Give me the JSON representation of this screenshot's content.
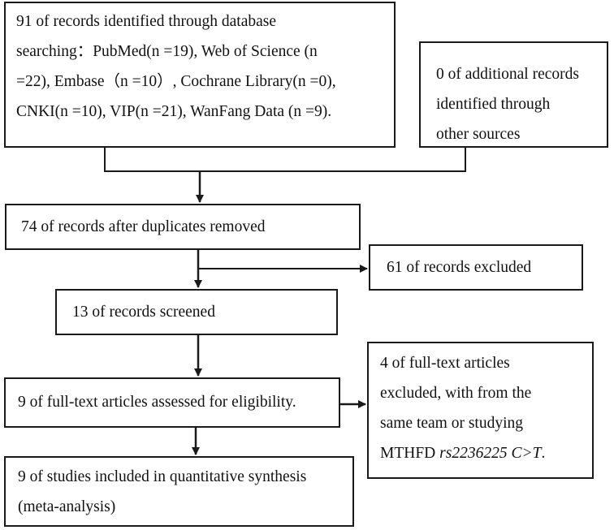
{
  "flowchart": {
    "identified_db": {
      "lines": [
        "91 of records identified through database",
        "searching：PubMed(n =19), Web of Science (n",
        "=22), Embase（n =10）, Cochrane Library(n =0),",
        "CNKI(n =10), VIP(n =21), WanFang Data (n =9)."
      ]
    },
    "identified_other": {
      "lines": [
        "0 of additional records",
        "identified through",
        "other sources"
      ]
    },
    "after_duplicates": {
      "text": "74 of records after duplicates removed"
    },
    "records_excluded": {
      "text": "61 of records excluded"
    },
    "screened": {
      "text": "13 of records screened"
    },
    "assessed": {
      "text": "9 of full-text articles assessed for eligibility."
    },
    "fulltext_excluded": {
      "lines": [
        "4 of full-text articles",
        "excluded, with from the",
        "same team or studying"
      ],
      "last_line_prefix": "MTHFD ",
      "last_line_italic": "rs2236225 C>T",
      "last_line_suffix": "."
    },
    "included": {
      "lines": [
        "9 of studies included in quantitative synthesis",
        "(meta-analysis)"
      ]
    }
  },
  "colors": {
    "stroke": "#1a1a1a",
    "text": "#111111",
    "background": "#ffffff"
  }
}
